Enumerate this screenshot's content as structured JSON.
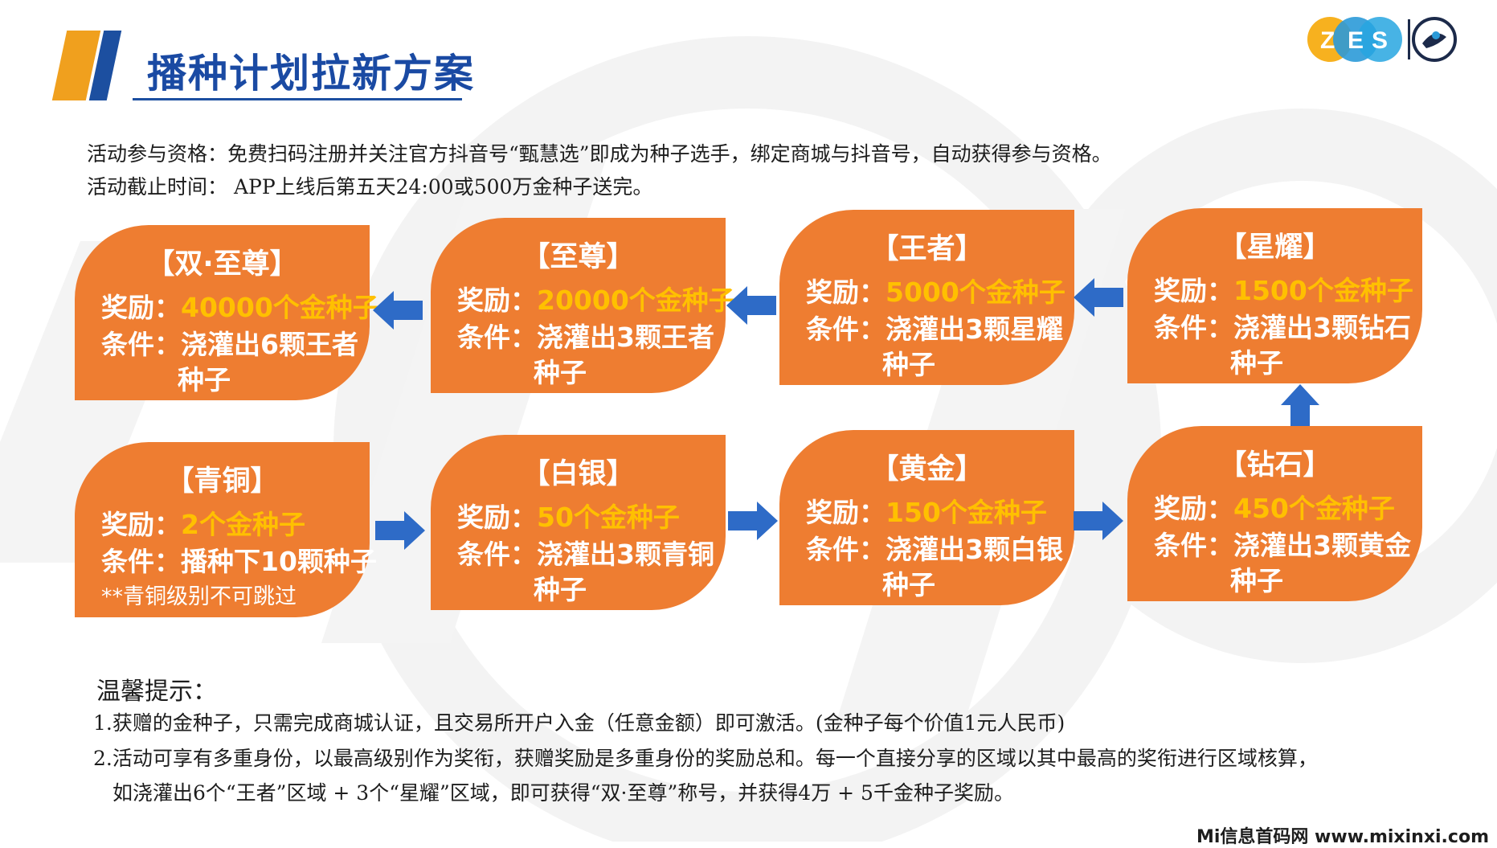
{
  "title": "播种计划拉新方案",
  "info": {
    "eligibility": "活动参与资格：免费扫码注册并关注官方抖音号“甄慧选”即成为种子选手，绑定商城与抖音号，自动获得参与资格。",
    "deadline": "活动截止时间： APP上线后第五天24:00或500万金种子送完。"
  },
  "reward_label": "奖励：",
  "condition_label": "条件：",
  "cards": {
    "double_supreme": {
      "title": "【双·至尊】",
      "reward": "40000个金种子",
      "cond1": "浇灌出6颗王者",
      "cond2": "种子"
    },
    "supreme": {
      "title": "【至尊】",
      "reward": "20000个金种子",
      "cond1": "浇灌出3颗王者",
      "cond2": "种子"
    },
    "king": {
      "title": "【王者】",
      "reward": "5000个金种子",
      "cond1": "浇灌出3颗星耀",
      "cond2": "种子"
    },
    "star": {
      "title": "【星耀】",
      "reward": "1500个金种子",
      "cond1": "浇灌出3颗钻石",
      "cond2": "种子"
    },
    "bronze": {
      "title": "【青铜】",
      "reward": "2个金种子",
      "cond1": "播种下10颗种子",
      "note": "**青铜级别不可跳过"
    },
    "silver": {
      "title": "【白银】",
      "reward": "50个金种子",
      "cond1": "浇灌出3颗青铜",
      "cond2": "种子"
    },
    "gold": {
      "title": "【黄金】",
      "reward": "150个金种子",
      "cond1": "浇灌出3颗白银",
      "cond2": "种子"
    },
    "diamond": {
      "title": "【钻石】",
      "reward": "450个金种子",
      "cond1": "浇灌出3颗黄金",
      "cond2": "种子"
    }
  },
  "tips": {
    "heading": "温馨提示：",
    "line1": "1.获赠的金种子，只需完成商城认证，且交易所开户入金（任意金额）即可激活。(金种子每个价值1元人民币)",
    "line2": "2.活动可享有多重身份，以最高级别作为奖衔，获赠奖励是多重身份的奖励总和。每一个直接分享的区域以其中最高的奖衔进行区域核算，",
    "line3": "如浇灌出6个“王者”区域 + 3个“星耀”区域，即可获得“双·至尊”称号，并获得4万 + 5千金种子奖励。"
  },
  "footer": "Mi信息首码网 www.mixinxi.com",
  "colors": {
    "card": "#ee7d31",
    "highlight": "#ffc000",
    "arrow": "#2e6bc7",
    "title": "#1a4aa3",
    "accent": "#f0a01e"
  },
  "icons": {
    "arrow": "arrow-icon",
    "logo": "zes-logo-icon"
  }
}
